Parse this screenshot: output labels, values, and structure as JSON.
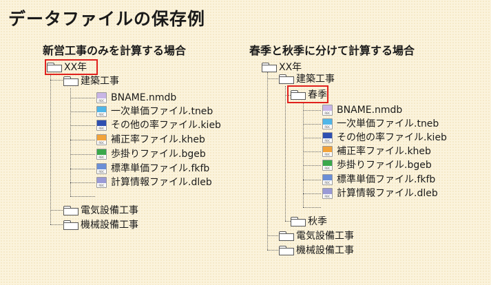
{
  "page_title": "データファイルの保存例",
  "left": {
    "heading": "新営工事のみを計算する場合",
    "root": "XX年",
    "category": "建築工事",
    "files": [
      {
        "name": "BNAME.nmdb",
        "color": "#c9b6e6"
      },
      {
        "name": "一次単価ファイル.tneb",
        "color": "#4fb6e8"
      },
      {
        "name": "その他の率ファイル.kieb",
        "color": "#2e4fb0"
      },
      {
        "name": "補正率ファイル.kheb",
        "color": "#f2a33a"
      },
      {
        "name": "歩掛りファイル.bgeb",
        "color": "#3aa84a"
      },
      {
        "name": "標準単価ファイル.fkfb",
        "color": "#6c8fd6"
      },
      {
        "name": "計算情報ファイル.dleb",
        "color": "#9a9ad6"
      }
    ],
    "others": [
      "電気設備工事",
      "機械設備工事"
    ]
  },
  "right": {
    "heading": "春季と秋季に分けて計算する場合",
    "root": "XX年",
    "category": "建築工事",
    "season": "春季",
    "files": [
      {
        "name": "BNAME.nmdb",
        "color": "#c9b6e6"
      },
      {
        "name": "一次単価ファイル.tneb",
        "color": "#4fb6e8"
      },
      {
        "name": "その他の率ファイル.kieb",
        "color": "#2e4fb0"
      },
      {
        "name": "補正率ファイル.kheb",
        "color": "#f2a33a"
      },
      {
        "name": "歩掛りファイル.bgeb",
        "color": "#3aa84a"
      },
      {
        "name": "標準単価ファイル.fkfb",
        "color": "#6c8fd6"
      },
      {
        "name": "計算情報ファイル.dleb",
        "color": "#9a9ad6"
      }
    ],
    "season2": "秋季",
    "others": [
      "電気設備工事",
      "機械設備工事"
    ]
  },
  "accent_color": "#e0201c"
}
